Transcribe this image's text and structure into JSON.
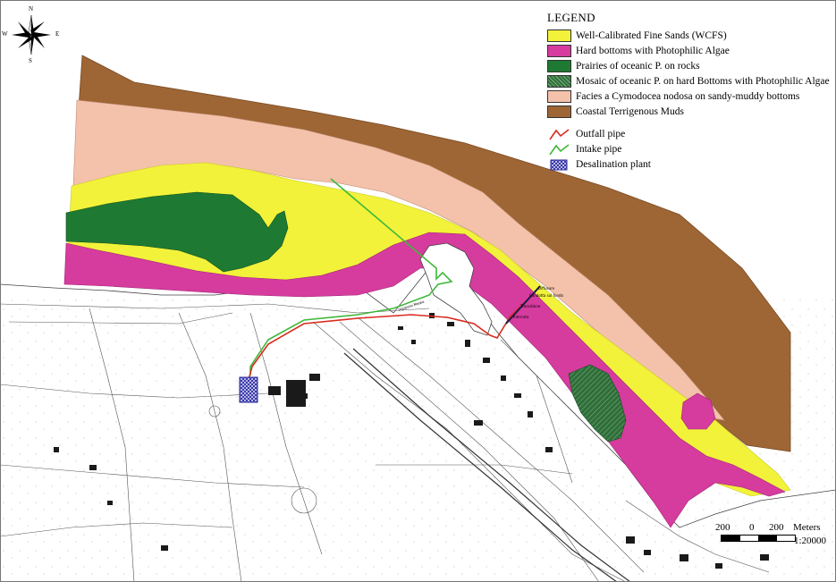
{
  "legend": {
    "title": "LEGEND",
    "zones": [
      {
        "label": "Well-Calibrated Fine Sands (WCFS)",
        "color": "#f2f23a"
      },
      {
        "label": "Hard bottoms with Photophilic Algae",
        "color": "#d63b9e"
      },
      {
        "label": "Prairies of oceanic P. on rocks",
        "color": "#1e7a32"
      },
      {
        "label": "Mosaic of oceanic P. on hard Bottoms with Photophilic Algae",
        "color": "#2f6e3a"
      },
      {
        "label": "Facies a Cymodocea nodosa on sandy-muddy bottoms",
        "color": "#f4c1aa"
      },
      {
        "label": "Coastal Terrigenous Muds",
        "color": "#9e6635"
      }
    ],
    "symbols": [
      {
        "label": "Outfall pipe",
        "icon": "outfall-line-icon",
        "color": "#d92b1e"
      },
      {
        "label": "Intake pipe",
        "icon": "intake-line-icon",
        "color": "#3fb83a"
      },
      {
        "label": "Desalination plant",
        "icon": "crosshatch-icon",
        "color": "#2b2ba0"
      }
    ]
  },
  "compass": {
    "n": "N",
    "s": "S",
    "e": "E",
    "w": "W"
  },
  "scale": {
    "left": "200",
    "zero": "0",
    "right": "200",
    "unit": "Meters",
    "ratio": "1:20000"
  },
  "map_labels": {
    "a": "Diffusore",
    "b": "Condotta sul fondo",
    "c": "Transizione",
    "d": "Interrata",
    "e": "Ingresso Medio"
  }
}
